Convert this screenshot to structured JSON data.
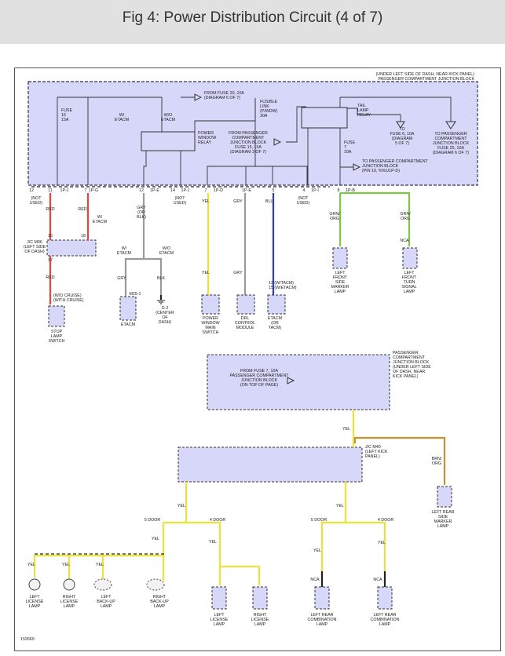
{
  "header": {
    "title": "Fig 4: Power Distribution Circuit (4 of 7)"
  },
  "colors": {
    "block_fill": "#d7d7fa",
    "block_stroke": "#333355",
    "red": "#e8453b",
    "yellow": "#ece23c",
    "gray": "#9a9a9a",
    "blue": "#2c3cc8",
    "green": "#7cc846",
    "brown": "#c8902e",
    "black": "#222222"
  },
  "top_block": {
    "label": [
      "(UNDER LEFT SIDE OF DASH, NEAR KICK PANEL)",
      "PASSENGER COMPARTMENT JUNCTION BLOCK"
    ],
    "fuse16": [
      "FUSE",
      "16",
      "15A"
    ],
    "w_etacm": [
      "W/",
      "ETACM"
    ],
    "wo_etacm": [
      "W/O",
      "ETACM"
    ],
    "from_fuse20": [
      "FROM FUSE 20, 10A",
      "(DIAGRAM 6 OF 7)"
    ],
    "fusible_link": [
      "FUSIBLE",
      "LINK",
      "(P/WDW)",
      "30A"
    ],
    "pw_relay": [
      "POWER",
      "WINDOW",
      "RELAY"
    ],
    "from_pcjb15": [
      "FROM PASSENGER",
      "COMPARTMENT",
      "JUNCTION BLOCK",
      "FUSE 15, 15A",
      "(DIAGRAM 3 OF 7)"
    ],
    "tail_relay": [
      "TAIL",
      "LAMP",
      "RELAY"
    ],
    "to_fuse6": [
      "TO",
      "FUSE 6, 10A",
      "(DIAGRAM",
      "5 OF 7)"
    ],
    "to_pcjb25": [
      "TO PASSENGER",
      "COMPARTMENT",
      "JUNCTION BLOCK",
      "FUSE 25, 10A",
      "(DIAGRAM 6 OF 7)"
    ],
    "fuse7": [
      "FUSE",
      "7",
      "10A"
    ],
    "to_pcjb_pin": [
      "TO PASSENGER COMPARTMENT",
      "JUNCTION BLOCK",
      "(PIN 10, %%U1P-D)"
    ],
    "pins": [
      "12",
      "11",
      "1P-J",
      "7",
      "1P-G",
      "12",
      "1P-E",
      "14",
      "1P-J",
      "7",
      "1P-D",
      "1P-E",
      "5",
      "4",
      "1P-I",
      "8",
      "1P-B"
    ],
    "not_used": [
      "(NOT",
      "USED)"
    ]
  },
  "wires": {
    "red": "RED",
    "gry": "GRY",
    "gry_or_blk": [
      "GRY",
      "(OR",
      "BLK)"
    ],
    "yel": "YEL",
    "blu": "BLU",
    "grn_org": [
      "GRN/",
      "ORG"
    ],
    "blk": "BLK",
    "brn_org": [
      "BRN/",
      "ORG"
    ],
    "nca": "NCA"
  },
  "components": {
    "jc_m06": [
      "J/C M06",
      "(LEFT SIDE",
      "OF DASH)"
    ],
    "jc_pins": [
      "15",
      "18",
      "17"
    ],
    "stop_switch": [
      "STOP",
      "LAMP",
      "SWITCH"
    ],
    "cruise": [
      "(W/O CRUISE)",
      "(WITH CRUISE)"
    ],
    "etacm": "ETACM",
    "m25": "M25-1",
    "g2": [
      "G-2",
      "(CENTER",
      "OF",
      "DASH)"
    ],
    "pwm_switch": [
      "POWER",
      "WINDOW",
      "MAIN",
      "SWITCH"
    ],
    "drl": [
      "DRL",
      "CONTROL",
      "MODULE"
    ],
    "etacm_tacm": [
      "ETACM",
      "(OR",
      "TACM)"
    ],
    "etacm_pins": [
      "13 (W/TACM)",
      "15 (W/ETACM)"
    ],
    "lf_marker": [
      "LEFT",
      "FRONT",
      "SIDE",
      "MARKER",
      "LAMP"
    ],
    "lf_turn": [
      "LEFT",
      "FRONT",
      "TURN",
      "SIGNAL",
      "LAMP"
    ],
    "mid_block": [
      "FROM FUSE 7, 10A",
      "PASSENGER COMPARTMENT",
      "JUNCTION BLOCK",
      "(ON TOP OF PAGE)"
    ],
    "mid_block_label": [
      "PASSENGER",
      "COMPARTMENT",
      "JUNCTION BLOCK",
      "(UNDER LEFT SIDE",
      "OF DASH, NEAR",
      "KICK PANEL)"
    ],
    "jc_m40": [
      "J/C M40",
      "(LEFT KICK",
      "PANEL)"
    ],
    "lr_marker": [
      "LEFT REAR",
      "SIDE",
      "MARKER",
      "LAMP"
    ],
    "five_door": "5 DOOR",
    "four_door": "4 DOOR",
    "l_license": [
      "LEFT",
      "LICENSE",
      "LAMP"
    ],
    "r_license": [
      "RIGHT",
      "LICENSE",
      "LAMP"
    ],
    "l_backup": [
      "LEFT",
      "BACK-UP",
      "LAMP"
    ],
    "r_backup": [
      "RIGHT",
      "BACK-UP",
      "LAMP"
    ],
    "lr_combo": [
      "LEFT REAR",
      "COMBINATION",
      "LAMP"
    ],
    "fig_id": "152669"
  }
}
